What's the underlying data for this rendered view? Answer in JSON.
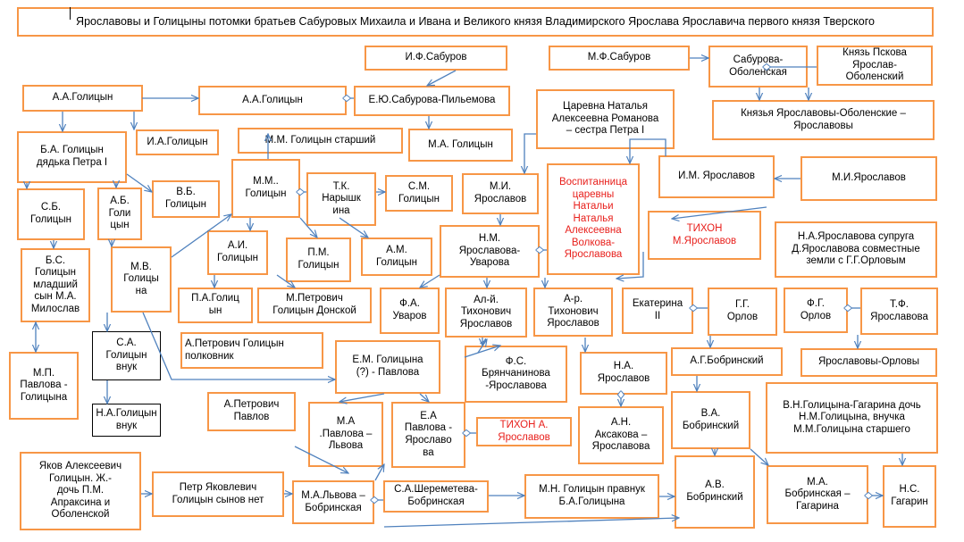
{
  "diagram": {
    "title": "Ярославовы  и Голицыны потомки братьев Сабуровых Михаила и Ивана и Великого князя Владимирского Ярослава  Ярославича  первого князя Тверского",
    "nodes": [
      {
        "id": "n1",
        "text": "И.Ф.Сабуров"
      },
      {
        "id": "n2",
        "text": "М.Ф.Сабуров"
      },
      {
        "id": "n3",
        "text": "Сабурова-\nОболенская"
      },
      {
        "id": "n4",
        "text": "Князь Пскова Ярослав-\nОболенский"
      },
      {
        "id": "n5",
        "text": "А.А.Голицын"
      },
      {
        "id": "n6",
        "text": "А.А.Голицын"
      },
      {
        "id": "n7",
        "text": "Е.Ю.Сабурова-Пильемова"
      },
      {
        "id": "n8",
        "text": "Царевна Наталья\nАлексеевна Романова\n– сестра Петра I"
      },
      {
        "id": "n9",
        "text": "Князья Ярославовы-Оболенские –\nЯрославовы"
      },
      {
        "id": "n10",
        "text": "Б.А. Голицын\nдядька  Петра I"
      },
      {
        "id": "n11",
        "text": "И.А.Голицын"
      },
      {
        "id": "n12",
        "text": "М.М. Голицын старший"
      },
      {
        "id": "n13",
        "text": "М.А. Голицын"
      },
      {
        "id": "n14",
        "text": "Воспитанница\nцаревны\nНатальи\nНаталья\nАлексеевна\nВолкова-\nЯрославова"
      },
      {
        "id": "n15",
        "text": "И.М. Ярославов"
      },
      {
        "id": "n16",
        "text": "М.И.Ярославов"
      },
      {
        "id": "n17",
        "text": "С.Б.\nГолицын"
      },
      {
        "id": "n18",
        "text": "А.Б.\nГоли\nцын"
      },
      {
        "id": "n19",
        "text": "В.Б.\nГолицын"
      },
      {
        "id": "n20",
        "text": "М.М..\nГолицын"
      },
      {
        "id": "n21",
        "text": "Т.К.\nНарышк\nина"
      },
      {
        "id": "n22",
        "text": "С.М.\nГолицын"
      },
      {
        "id": "n23",
        "text": "М.И.\nЯрославов"
      },
      {
        "id": "n24",
        "text": "ТИХОН\nМ.Ярославов"
      },
      {
        "id": "n25",
        "text": "Н.А.Ярославова супруга\nД.Ярославова совместные\nземли  с Г.Г.Орловым"
      },
      {
        "id": "n26",
        "text": "Б.С.\nГолицын\nмладший\nсын М.А.\nМилослав"
      },
      {
        "id": "n27",
        "text": "А.И.\nГолицын"
      },
      {
        "id": "n28",
        "text": "П.М.\nГолицын"
      },
      {
        "id": "n29",
        "text": "А.М.\nГолицын"
      },
      {
        "id": "n30",
        "text": "Н.М.\nЯрославова-\nУварова"
      },
      {
        "id": "n31",
        "text": "М.В.\nГолицы\nна"
      },
      {
        "id": "n32",
        "text": "П.А.Голиц\nын"
      },
      {
        "id": "n33",
        "text": "М.Петрович\nГолицын Донской"
      },
      {
        "id": "n34",
        "text": "Ф.А.\nУваров"
      },
      {
        "id": "n35",
        "text": "Ал-й.\nТихонович\nЯрославов"
      },
      {
        "id": "n36",
        "text": "А-р.\nТихонович\nЯрославов"
      },
      {
        "id": "n37",
        "text": "Екатерина\nII"
      },
      {
        "id": "n38",
        "text": "Г.Г.\nОрлов"
      },
      {
        "id": "n39",
        "text": "Ф.Г.\nОрлов"
      },
      {
        "id": "n40",
        "text": "Т.Ф.\nЯрославова"
      },
      {
        "id": "n41",
        "text": "А.Петрович  Голицын\nполковник"
      },
      {
        "id": "n42",
        "text": "Е.М.  Голицына\n(?) - Павлова"
      },
      {
        "id": "n43",
        "text": "С.А.\nГолицын\nвнук"
      },
      {
        "id": "n44",
        "text": "Ф.С.\nБрянчанинова\n-Ярославова"
      },
      {
        "id": "n45",
        "text": "Н.А.\nЯрославов"
      },
      {
        "id": "n46",
        "text": "А.Г.Бобринский"
      },
      {
        "id": "n47",
        "text": "Ярославовы-Орловы"
      },
      {
        "id": "n48",
        "text": "М.П.\nПавлова -\nГолицына"
      },
      {
        "id": "n49",
        "text": "А.Петрович\nПавлов"
      },
      {
        "id": "n50",
        "text": "М.А\n.Павлова –\nЛьвова"
      },
      {
        "id": "n51",
        "text": "Е.А\nПавлова -\nЯрославо\nва"
      },
      {
        "id": "n52",
        "text": "ТИХОН А.\nЯрославов"
      },
      {
        "id": "n53",
        "text": "А.Н.\nАксакова –\nЯрославова"
      },
      {
        "id": "n54",
        "text": "В.А.\nБобринский"
      },
      {
        "id": "n55",
        "text": "В.Н.Голицына-Гагарина дочь\nН.М.Голицына, внучка\nМ.М.Голицына  старшего"
      },
      {
        "id": "n56",
        "text": "Н.А.Голицын\nвнук"
      },
      {
        "id": "n57",
        "text": "Яков Алексеевич\nГолицын. Ж.-\nдочь П.М.\nАпраксина и\nОболенской"
      },
      {
        "id": "n58",
        "text": "Петр Яковлевич\nГолицын сынов  нет"
      },
      {
        "id": "n59",
        "text": "М.А.Львова –\nБобринская"
      },
      {
        "id": "n60",
        "text": "С.А.Шереметева-\nБобринская"
      },
      {
        "id": "n61",
        "text": "М.Н. Голицын правнук\nБ.А.Голицына"
      },
      {
        "id": "n62",
        "text": "А.В.\nБобринский"
      },
      {
        "id": "n63",
        "text": "М.А.\nБобринская –\nГагарина"
      },
      {
        "id": "n64",
        "text": "Н.С.\nГагарин"
      }
    ],
    "colors": {
      "box_border": "#f79646",
      "edge": "#4f81bd",
      "text": "#000000",
      "highlight_text": "#e8201c"
    }
  }
}
